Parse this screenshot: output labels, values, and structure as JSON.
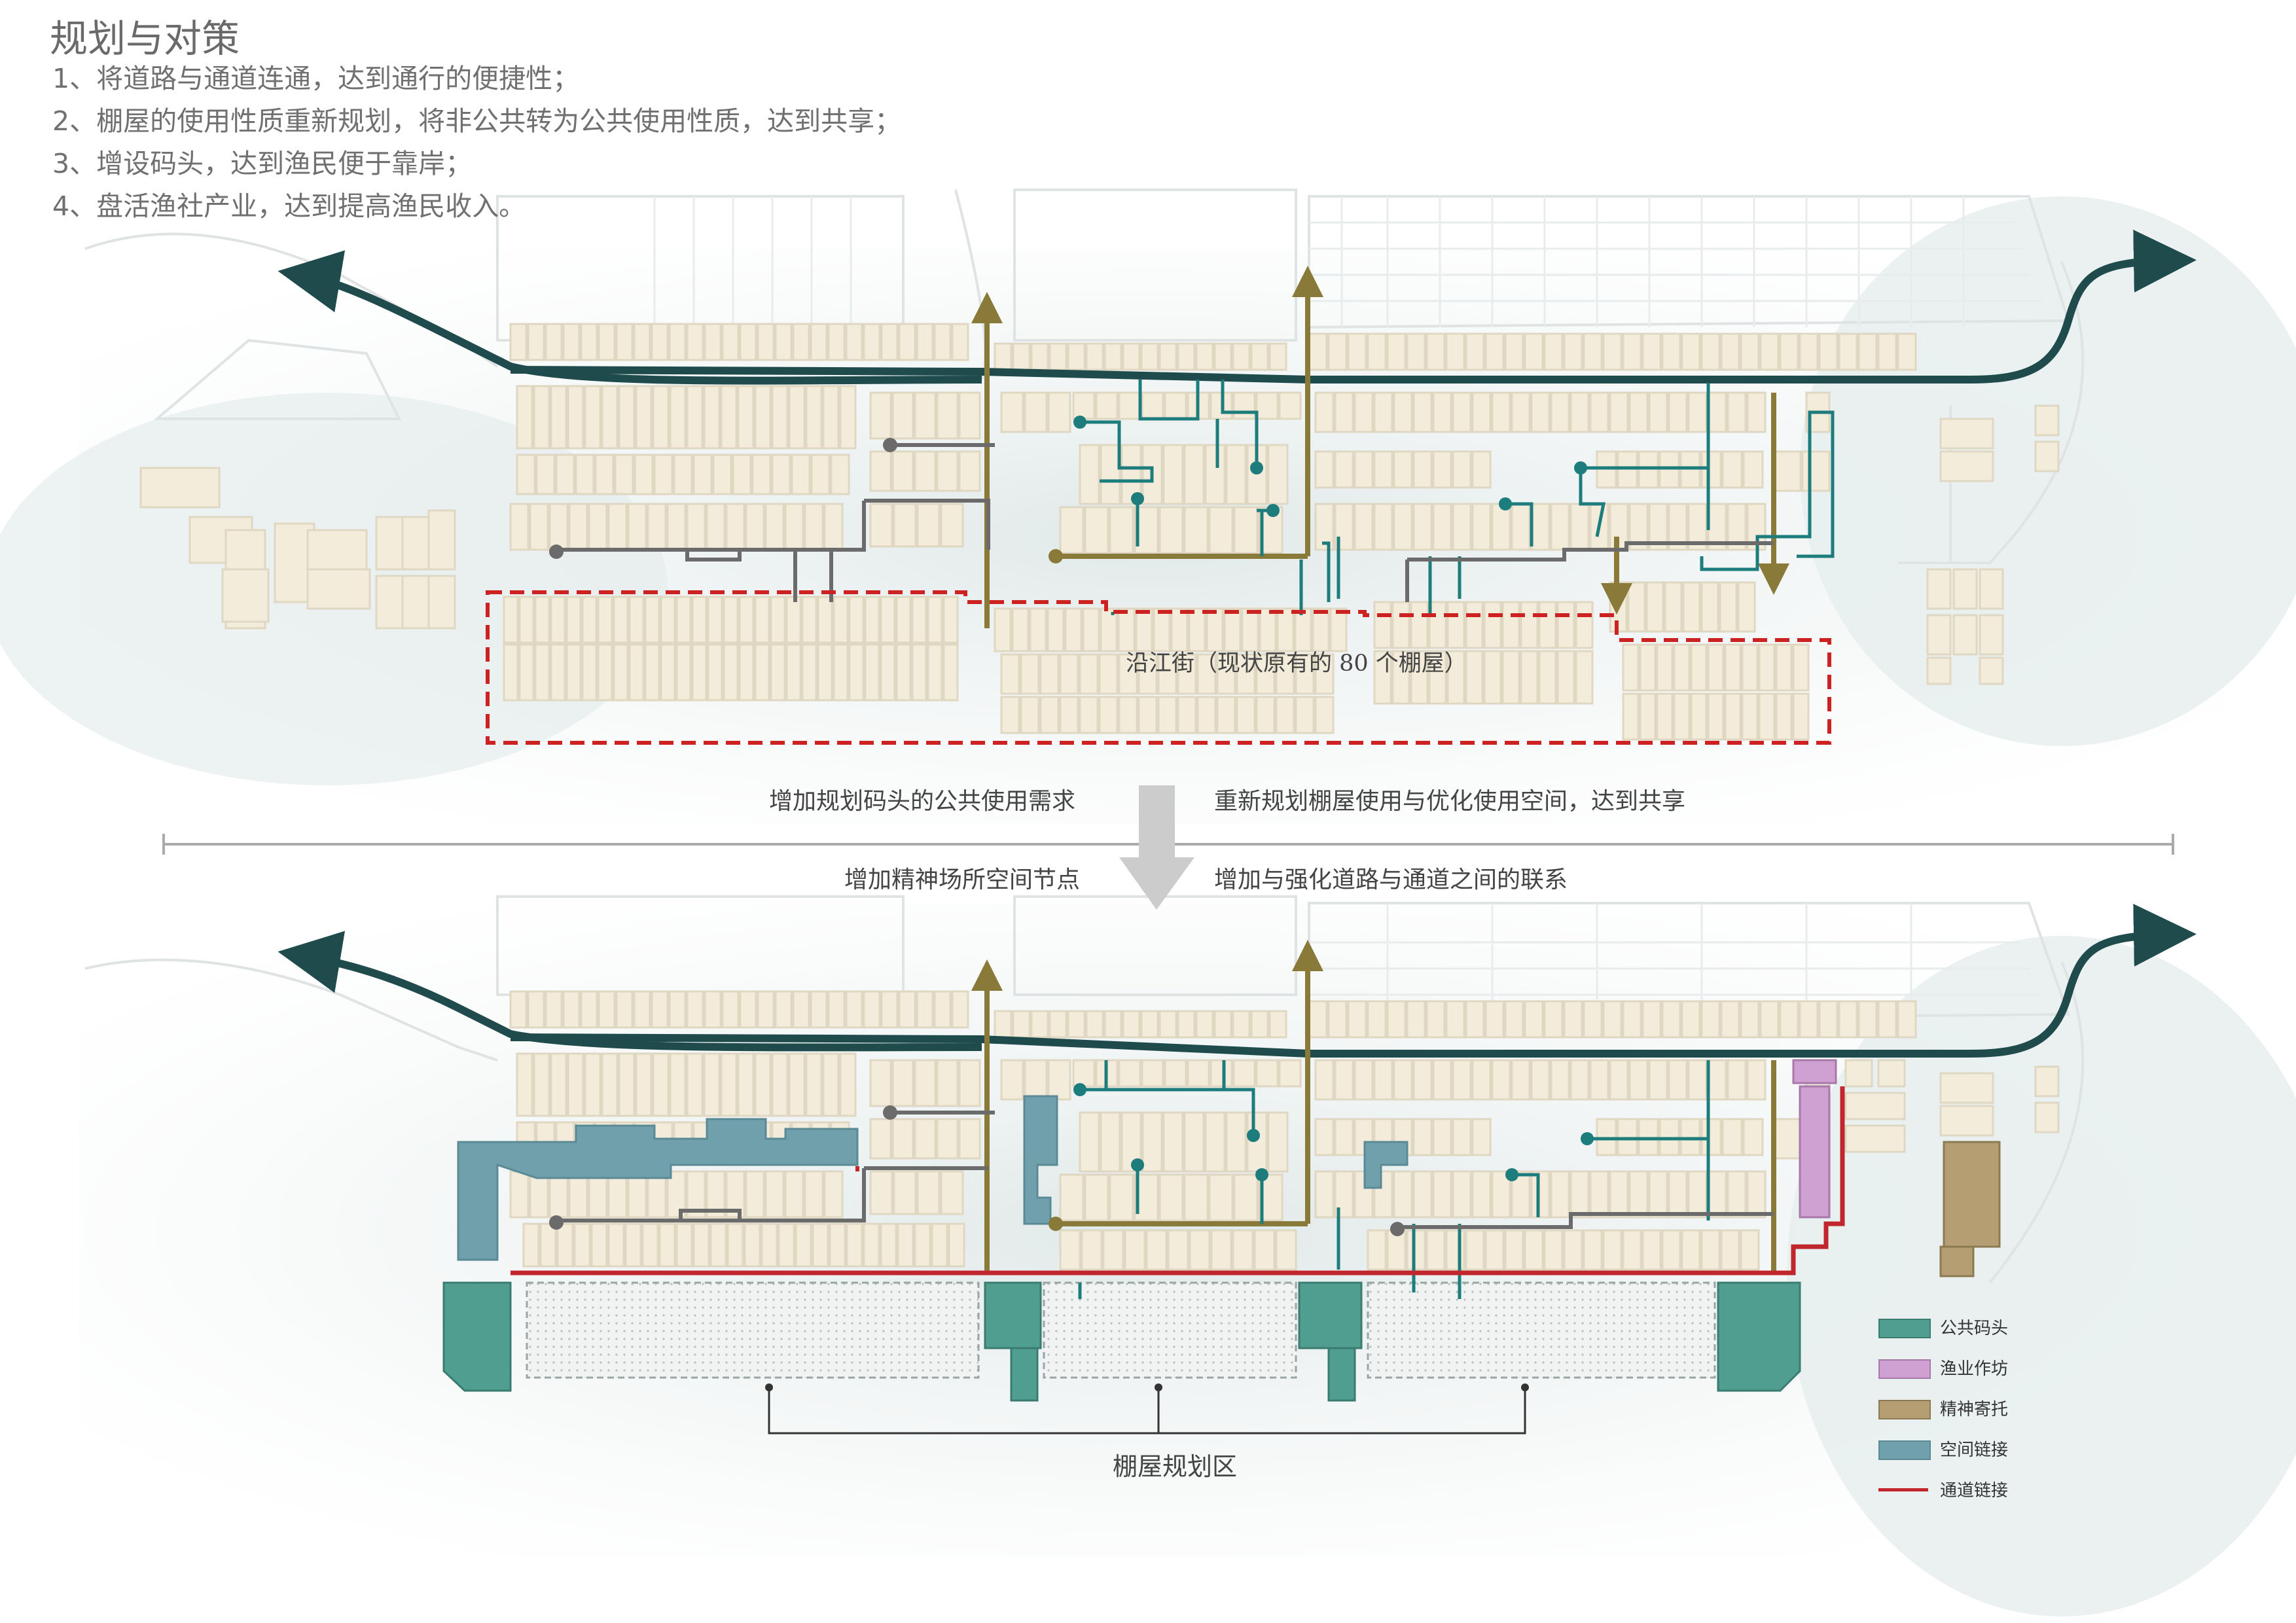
{
  "header": {
    "title": "规划与对策",
    "points": [
      "1、将道路与通道连通，达到通行的便捷性；",
      "2、棚屋的使用性质重新规划，将非公共转为公共使用性质，达到共享；",
      "3、增设码头，达到渔民便于靠岸；",
      "4、盘活渔社产业，达到提高渔民收入。"
    ]
  },
  "annotations": {
    "existing_area": "沿江街（现状原有的 80 个棚屋）",
    "strategy_top_left": "增加规划码头的公共使用需求",
    "strategy_top_right": "重新规划棚屋使用与优化使用空间，达到共享",
    "strategy_bottom_left": "增加精神场所空间节点",
    "strategy_bottom_right": "增加与强化道路与通道之间的联系",
    "planning_zone": "棚屋规划区"
  },
  "legend": [
    {
      "label": "公共码头",
      "color": "#4f9e8f",
      "kind": "box"
    },
    {
      "label": "渔业作坊",
      "color": "#cfa0d2",
      "kind": "box"
    },
    {
      "label": "精神寄托",
      "color": "#b49e72",
      "kind": "box"
    },
    {
      "label": "空间链接",
      "color": "#6fa0ac",
      "kind": "box"
    },
    {
      "label": "通道链接",
      "color": "#c0262c",
      "kind": "line"
    }
  ],
  "colors": {
    "main_road": "#1f4b4c",
    "secondary_road": "#8a7a3a",
    "branch_path": "#1d7c7c",
    "alley": "#6b6b6b",
    "shed": "#f3ecdb",
    "existing_boundary": "#cc2222"
  }
}
